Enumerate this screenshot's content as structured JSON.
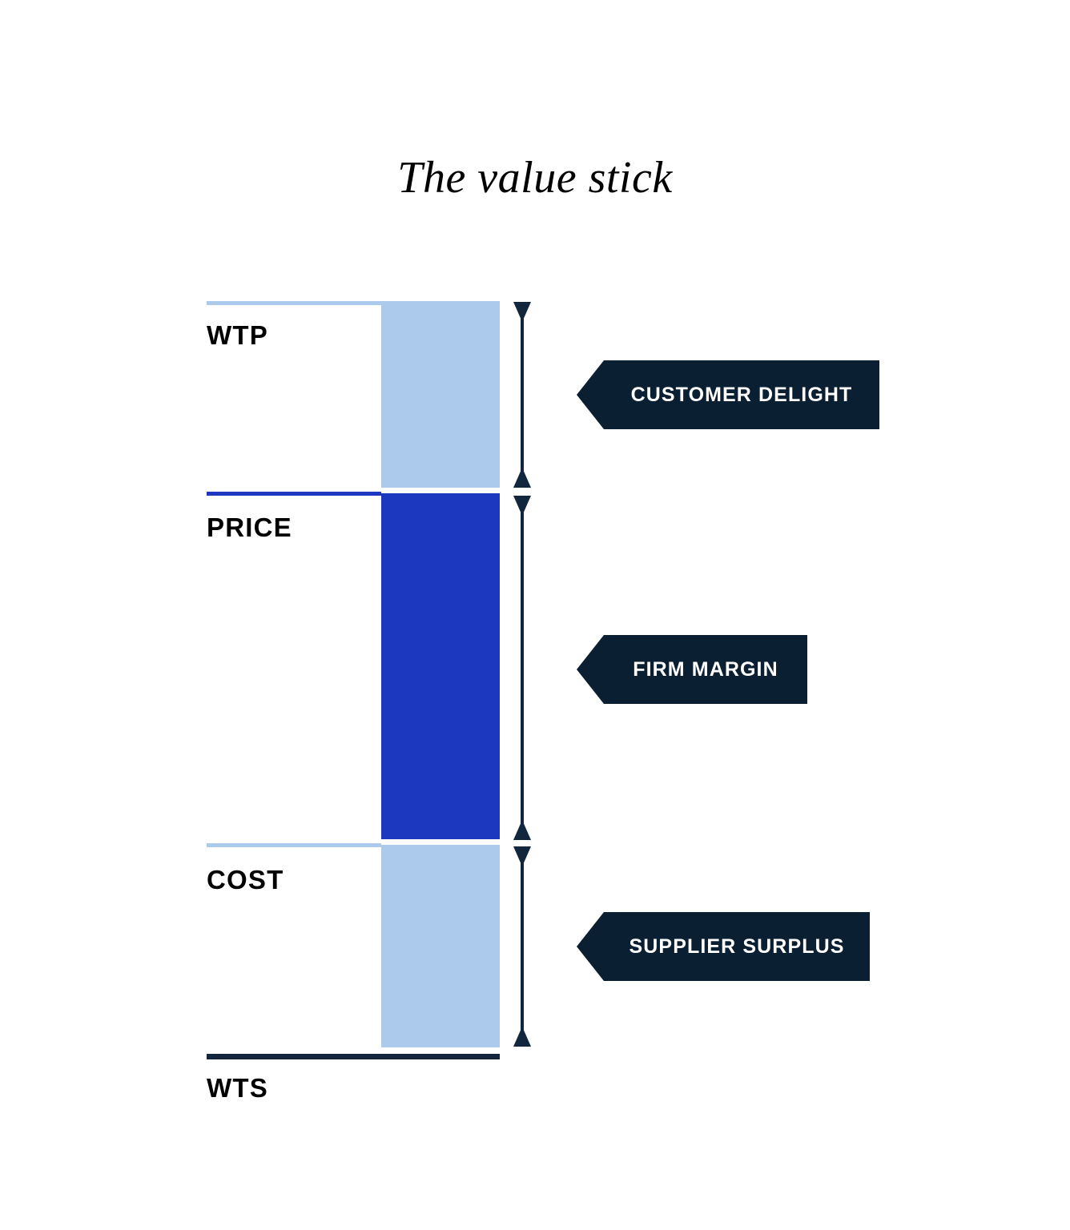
{
  "title": "The value stick",
  "colors": {
    "light_blue": "#abcaec",
    "royal_blue": "#1c38be",
    "navy": "#0b1f33",
    "background": "#ffffff",
    "text": "#000000"
  },
  "chart_data": {
    "type": "bar",
    "title": "The value stick",
    "xlabel": "",
    "ylabel": "",
    "orientation": "vertical-stacked",
    "grid": false,
    "legend": false,
    "categories": [
      "Customer delight",
      "Firm margin",
      "Supplier surplus"
    ],
    "values": [
      1,
      1.9,
      1.15
    ],
    "boundaries": [
      {
        "name": "WTP",
        "label": "WTP",
        "position": "top",
        "value": 4.05,
        "rule_color": "#abcaec"
      },
      {
        "name": "PRICE",
        "label": "PRICE",
        "position": "upper-middle",
        "value": 3.05,
        "rule_color": "#1c38be"
      },
      {
        "name": "COST",
        "label": "COST",
        "position": "lower-middle",
        "value": 1.15,
        "rule_color": "#abcaec"
      },
      {
        "name": "WTS",
        "label": "WTS",
        "position": "bottom",
        "value": 0.0,
        "rule_color": "#12263d"
      }
    ],
    "segments": [
      {
        "label": "CUSTOMER DELIGHT",
        "from": "PRICE",
        "to": "WTP",
        "color": "#abcaec",
        "callout_color": "#0b1f33"
      },
      {
        "label": "FIRM MARGIN",
        "from": "COST",
        "to": "PRICE",
        "color": "#1c38be",
        "callout_color": "#0b1f33"
      },
      {
        "label": "SUPPLIER SURPLUS",
        "from": "WTS",
        "to": "COST",
        "color": "#abcaec",
        "callout_color": "#0b1f33"
      }
    ],
    "annotations": [
      {
        "type": "double-arrow",
        "spans": "WTP to PRICE"
      },
      {
        "type": "double-arrow",
        "spans": "PRICE to COST"
      },
      {
        "type": "double-arrow",
        "spans": "COST to WTS"
      }
    ]
  },
  "labels": {
    "wtp": "WTP",
    "price": "PRICE",
    "cost": "COST",
    "wts": "WTS"
  },
  "callouts": {
    "customer_delight": "CUSTOMER DELIGHT",
    "firm_margin": "FIRM MARGIN",
    "supplier_surplus": "SUPPLIER SURPLUS"
  }
}
